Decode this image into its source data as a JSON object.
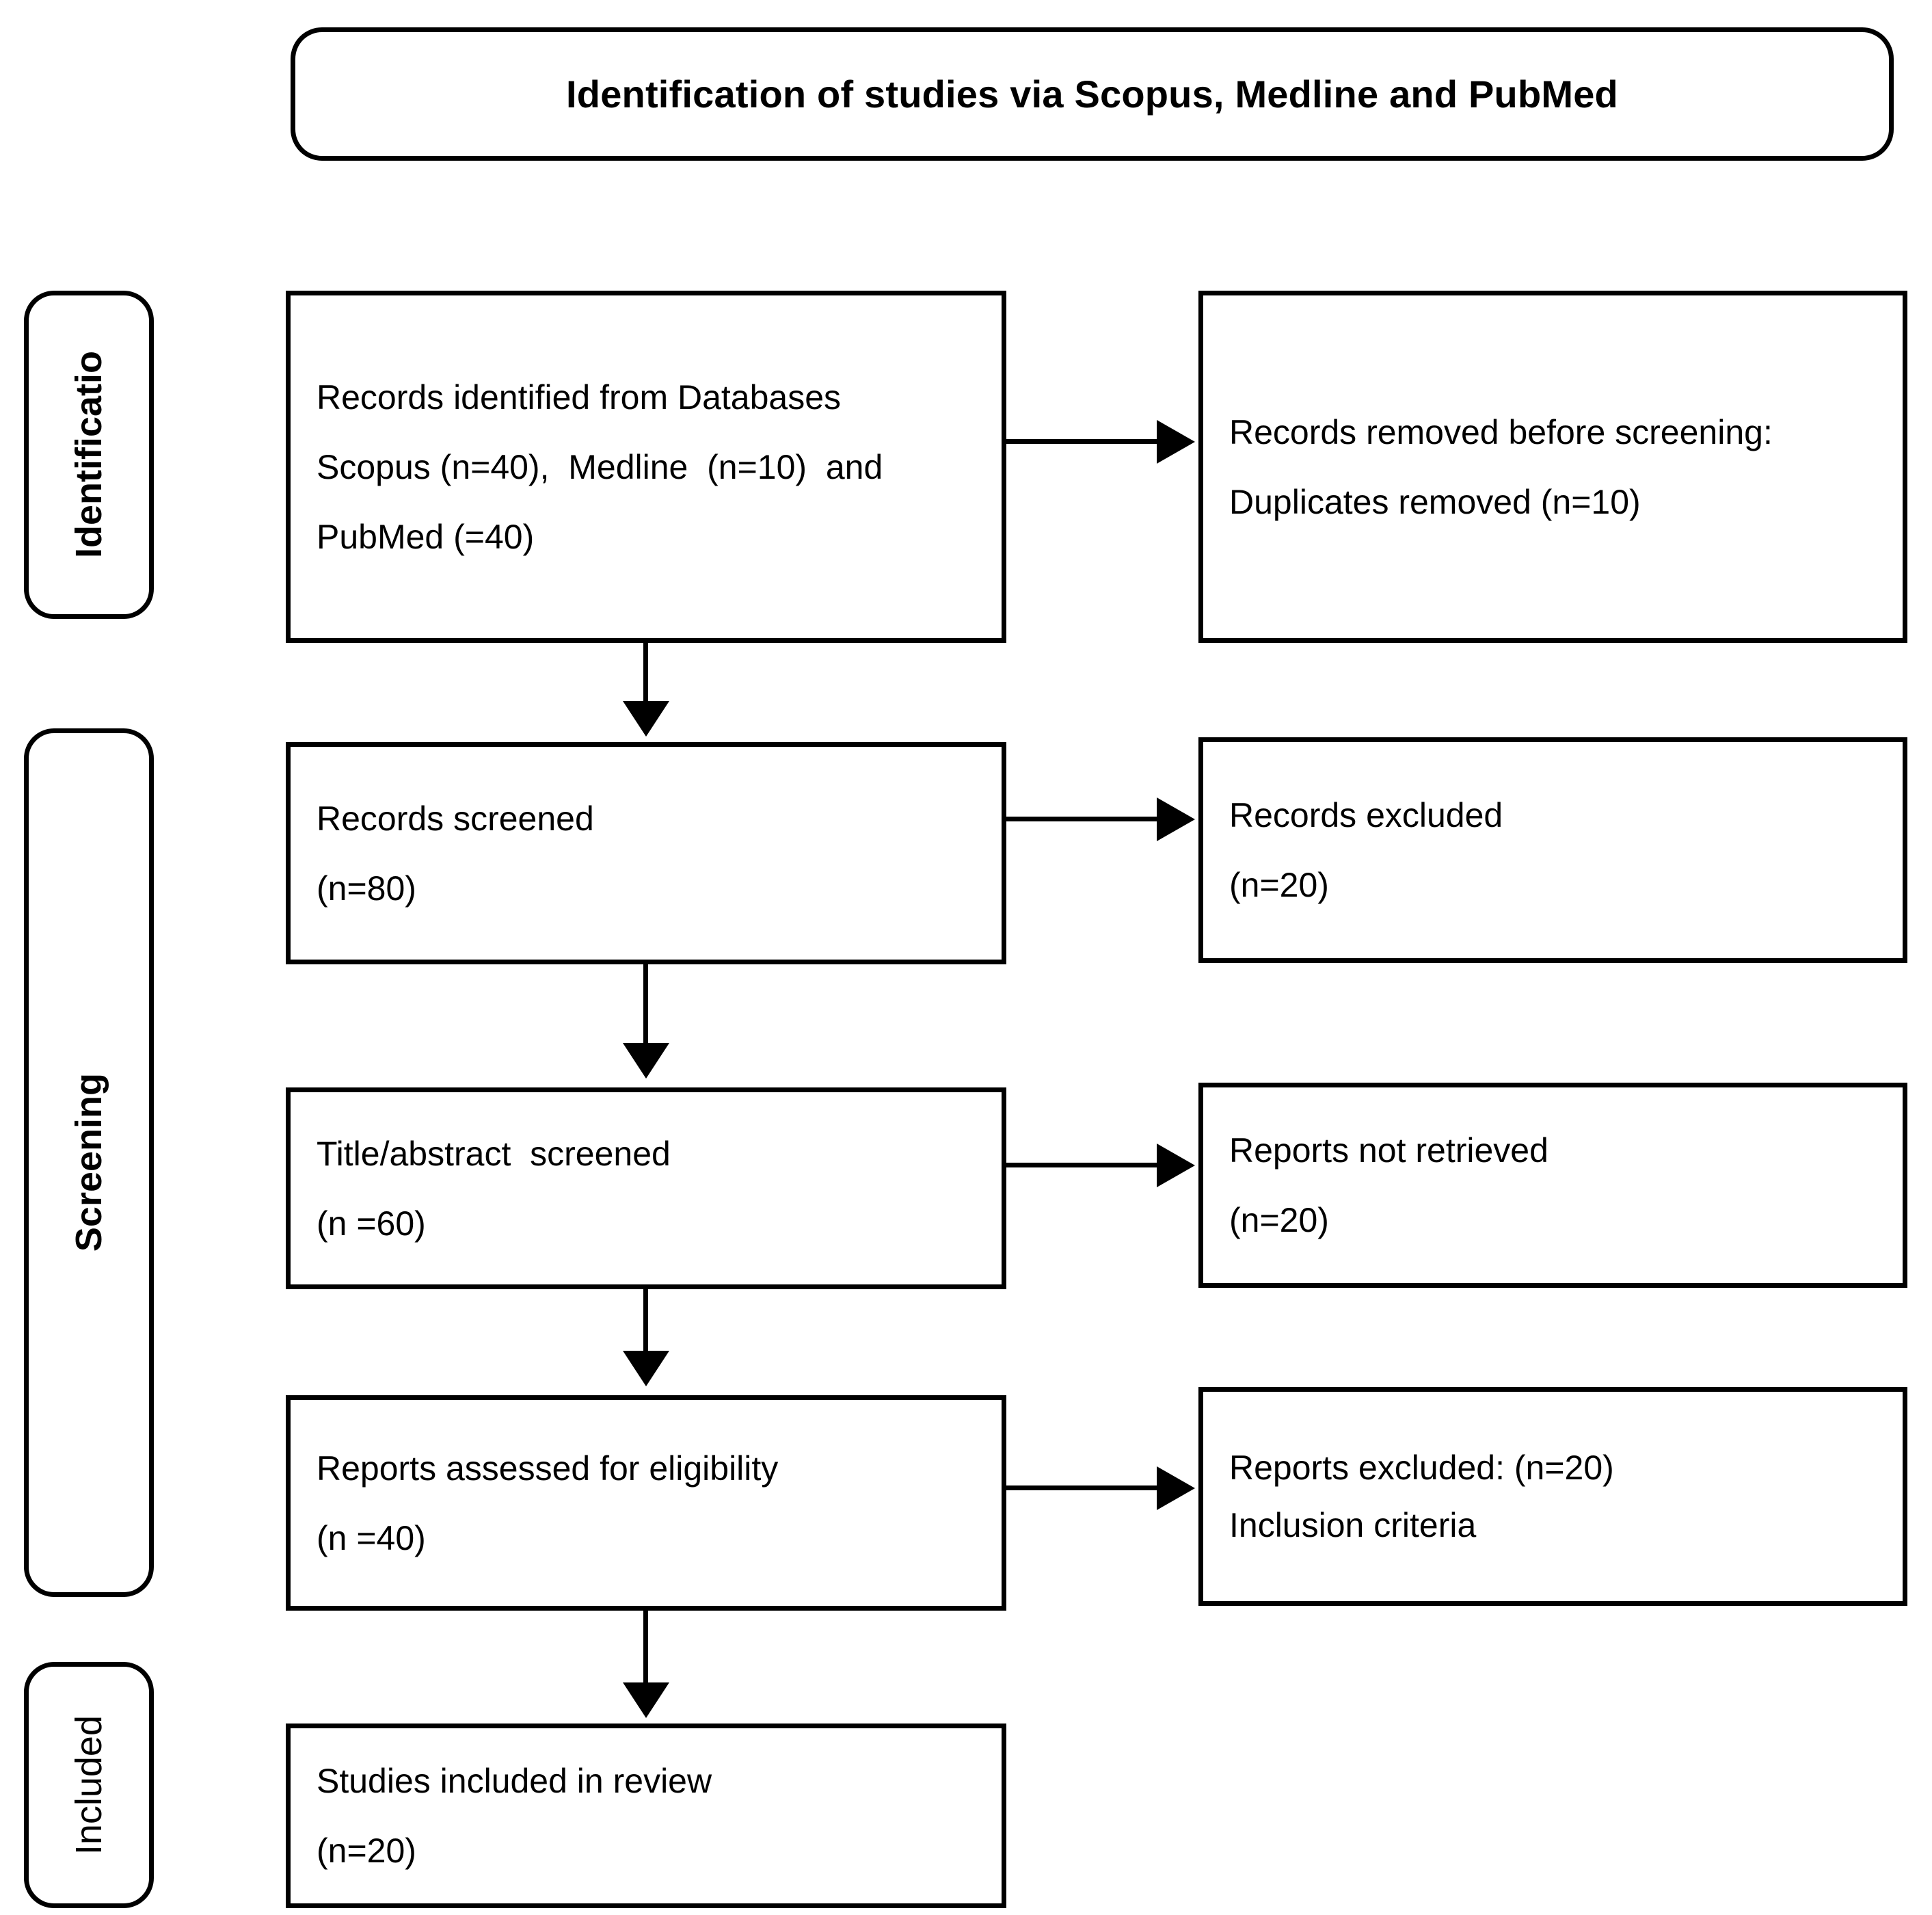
{
  "diagram": {
    "type": "prisma-flow-diagram",
    "header": {
      "title": "Identification of studies via Scopus, Medline and PubMed"
    },
    "phases": [
      {
        "id": "identification",
        "label": "Identificatio",
        "bold": true
      },
      {
        "id": "screening",
        "label": "Screening",
        "bold": true
      },
      {
        "id": "included",
        "label": "Included",
        "bold": false
      }
    ],
    "nodes": {
      "identified": {
        "name": "Records identified from Databases",
        "lines": [
          "Records identified from Databases",
          "Scopus (n=40),  Medline  (n=10)  and",
          "PubMed (=40)"
        ]
      },
      "removed": {
        "name": "Records removed before screening",
        "lines": [
          "Records removed before screening:",
          "Duplicates removed (n=10)"
        ]
      },
      "screened": {
        "name": "Records screened",
        "lines": [
          "Records screened",
          "(n=80)"
        ]
      },
      "excluded": {
        "name": "Records excluded",
        "lines": [
          "Records excluded",
          "(n=20)"
        ]
      },
      "title_abstract": {
        "name": "Title/abstract screened",
        "lines": [
          "Title/abstract  screened",
          "(n =60)"
        ]
      },
      "not_retrieved": {
        "name": "Reports not retrieved",
        "lines": [
          "Reports not retrieved",
          "(n=20)"
        ]
      },
      "eligibility": {
        "name": "Reports assessed for eligibility",
        "lines": [
          "Reports assessed for eligibility",
          "(n =40)"
        ]
      },
      "reports_excluded": {
        "name": "Reports excluded",
        "lines": [
          "Reports excluded: (n=20)",
          "Inclusion criteria"
        ]
      },
      "included": {
        "name": "Studies included in review",
        "lines": [
          "Studies included in review",
          "(n=20)"
        ]
      }
    },
    "counts": {
      "scopus": 40,
      "medline": 10,
      "pubmed": 40,
      "duplicates_removed": 10,
      "records_screened": 80,
      "records_excluded": 20,
      "title_abstract_screened": 60,
      "reports_not_retrieved": 20,
      "reports_assessed": 40,
      "reports_excluded": 20,
      "studies_included": 20
    },
    "colors": {
      "stroke": "#000000",
      "background": "#ffffff",
      "text": "#000000"
    }
  }
}
